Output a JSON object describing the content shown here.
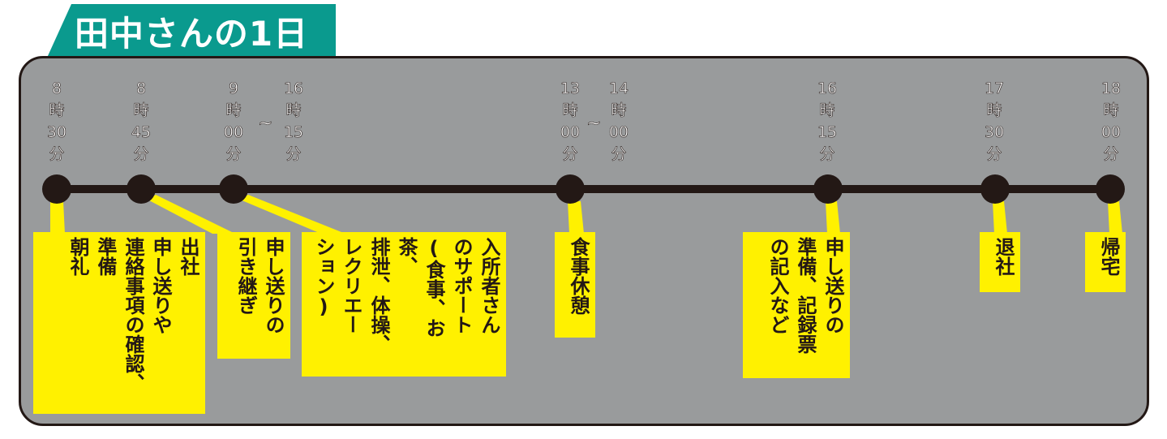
{
  "title": "田中さんの1日",
  "colors": {
    "teal": "#0a9a8e",
    "panel": "#999b9c",
    "line": "#231815",
    "callout": "#fff100"
  },
  "times": [
    {
      "text": "8\n時\n30\n分"
    },
    {
      "text": "8\n時\n45\n分"
    },
    {
      "text": "9\n時\n00\n分"
    },
    {
      "text": "16\n時\n15\n分"
    },
    {
      "text": "13\n時\n00\n分"
    },
    {
      "text": "14\n時\n00\n分"
    },
    {
      "text": "16\n時\n15\n分"
    },
    {
      "text": "17\n時\n30\n分"
    },
    {
      "text": "18\n時\n00\n分"
    }
  ],
  "tilde": "~",
  "notes": [
    {
      "text": "出社\n申し送りや\n連絡事項の確認、\n準備\n朝礼"
    },
    {
      "text": "申し送りの\n引き継ぎ"
    },
    {
      "text": "入所者さん\nのサポート\n(食事、お茶、\n排泄、体操、\nレクリエー\nション)"
    },
    {
      "text": "食事休憩"
    },
    {
      "text": "申し送りの\n準備、記録票\nの記入など"
    },
    {
      "text": "退社"
    },
    {
      "text": "帰宅"
    }
  ]
}
